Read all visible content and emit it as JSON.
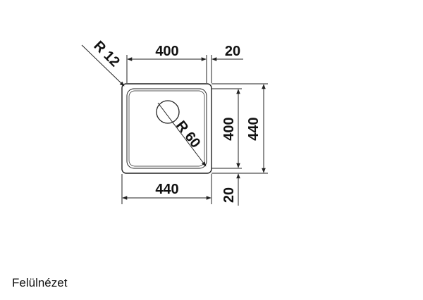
{
  "drawing": {
    "dimensions": {
      "corner_radius": "R 12",
      "bowl_width": "400",
      "rim_offset_right": "20",
      "bowl_depth": "400",
      "overall_depth": "440",
      "bowl_radius": "R 60",
      "overall_width": "440",
      "rim_offset_bottom": "20"
    },
    "colors": {
      "line": "#222222",
      "text": "#111111",
      "background": "#ffffff"
    }
  },
  "caption": "Felülnézet"
}
